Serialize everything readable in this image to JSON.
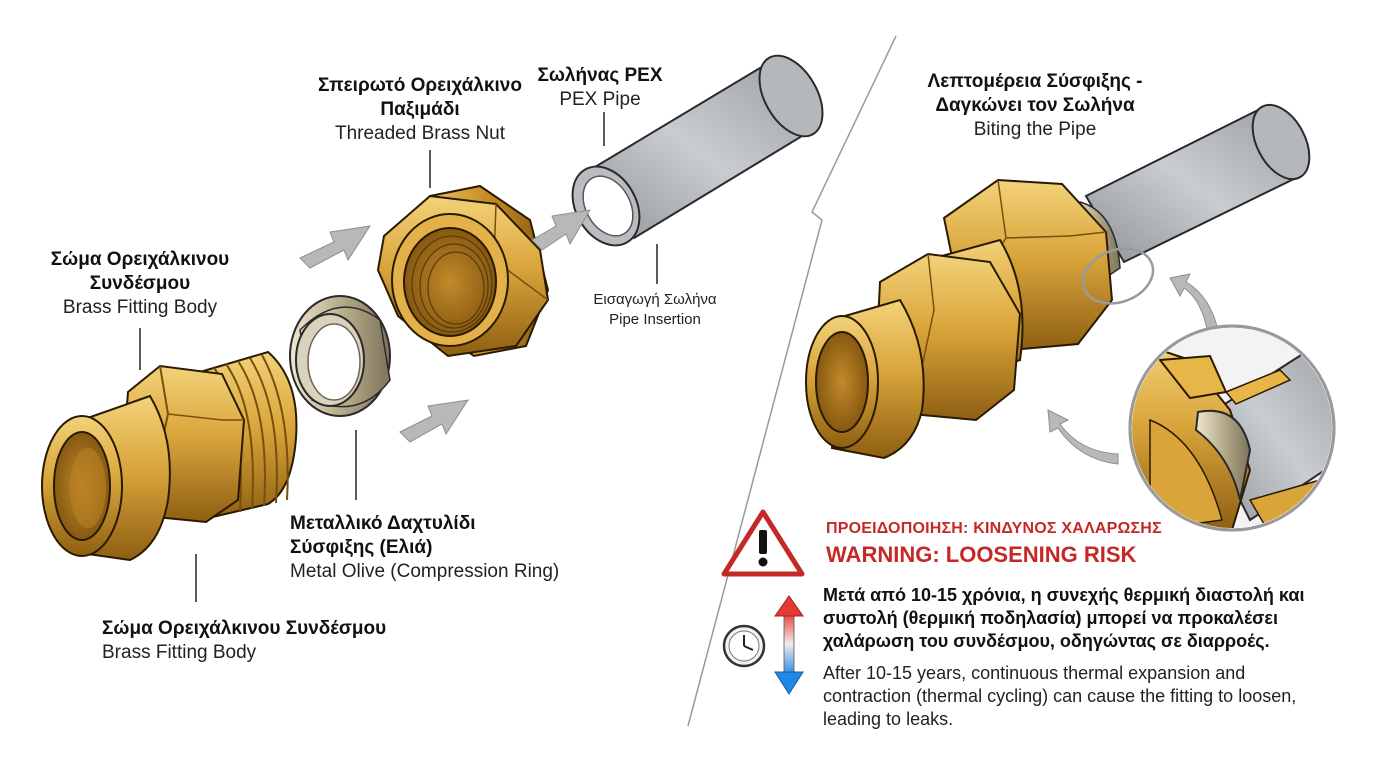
{
  "labels": {
    "pex_pipe": {
      "gr": "Σωλήνας PEX",
      "en": "PEX Pipe"
    },
    "brass_nut": {
      "gr1": "Σπειρωτό Ορειχάλκινο",
      "gr2": "Παξιμάδι",
      "en": "Threaded Brass Nut"
    },
    "fitting_body_top": {
      "gr1": "Σώμα Ορειχάλκινου",
      "gr2": "Συνδέσμου",
      "en": "Brass Fitting Body"
    },
    "olive": {
      "gr1": "Μεταλλικό Δαχτυλίδι",
      "gr2": "Σύσφιξης (Ελιά)",
      "en": "Metal Olive (Compression Ring)"
    },
    "fitting_body_bottom": {
      "gr": "Σώμα Ορειχάλκινου Συνδέσμου",
      "en": "Brass Fitting Body"
    },
    "pipe_insertion": {
      "gr": "Εισαγωγή Σωλήνα",
      "en": "Pipe Insertion"
    },
    "detail": {
      "gr1": "Λεπτομέρεια Σύσφιξης -",
      "gr2": "Δαγκώνει τον Σωλήνα",
      "en": "Biting the Pipe"
    }
  },
  "warning": {
    "title_gr": "ΠΡΟΕΙΔΟΠΟΙΗΣΗ: ΚΙΝΔΥΝΟΣ ΧΑΛΑΡΩΣΗΣ",
    "title_en": "WARNING: LOOSENING RISK",
    "text_gr": "Μετά από 10-15 χρόνια, η συνεχής θερμική διαστολή και συστολή (θερμική ποδηλασία) μπορεί να προκαλέσει χαλάρωση του συνδέσμου, οδηγώντας σε διαρροές.",
    "text_en": "After 10-15 years, continuous thermal expansion and contraction (thermal cycling) can cause the fitting to loosen, leading to leaks."
  },
  "icons": [
    "warning-triangle-icon",
    "clock-icon",
    "temperature-arrows-icon"
  ],
  "colors": {
    "brass": "#d6a33a",
    "brass_dark": "#9a6a14",
    "pipe": "#a9adb3",
    "warning_red": "#c62828",
    "arrow_gray": "#b5b5b5"
  }
}
